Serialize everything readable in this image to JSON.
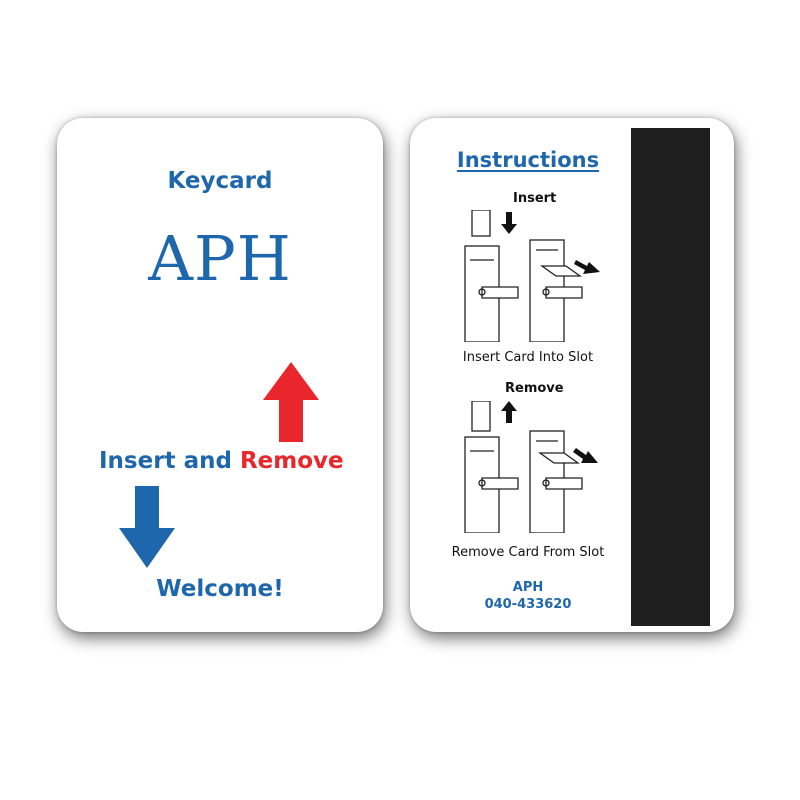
{
  "colors": {
    "blue": "#1f67ad",
    "red": "#e8262b",
    "stripe": "#1f1f1f"
  },
  "front": {
    "title": "Keycard",
    "logo": "APH",
    "line_part1": "Insert and ",
    "line_part2": "Remove",
    "welcome": "Welcome!",
    "icons": [
      "arrow-up-icon",
      "arrow-down-icon"
    ]
  },
  "back": {
    "title": "Instructions",
    "insert_label": "Insert",
    "insert_caption": "Insert Card Into Slot",
    "remove_label": "Remove",
    "remove_caption": "Remove Card From Slot",
    "company": "APH",
    "phone": "040-433620"
  }
}
